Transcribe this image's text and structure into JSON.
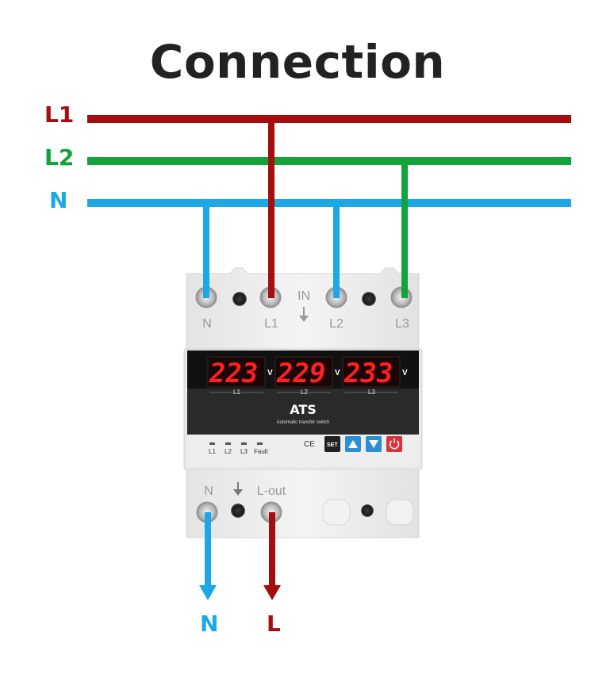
{
  "title": "Connection",
  "bus_lines": [
    {
      "label": "L1",
      "color": "#a40e0e"
    },
    {
      "label": "L2",
      "color": "#12a33b"
    },
    {
      "label": "N",
      "color": "#1aa8e6"
    }
  ],
  "input_terminals": [
    "N",
    "L1",
    "IN",
    "L2",
    "L3"
  ],
  "output_terminals": [
    "N",
    "L-out"
  ],
  "display": {
    "readings": [
      {
        "value": "223",
        "unit": "V",
        "label": "L1"
      },
      {
        "value": "229",
        "unit": "V",
        "label": "L2"
      },
      {
        "value": "233",
        "unit": "V",
        "label": "L3"
      }
    ]
  },
  "device": {
    "name": "ATS",
    "subtitle": "Automatic transfer switch",
    "indicators": [
      "L1",
      "L2",
      "L3",
      "Fault"
    ],
    "ce_mark": "CE",
    "set_button": "SET",
    "up_icon": "triangle-up-icon",
    "down_icon": "triangle-down-icon",
    "power_icon": "power-icon"
  },
  "outputs": [
    {
      "label": "N",
      "color": "#1aa8e6"
    },
    {
      "label": "L",
      "color": "#a40e0e"
    }
  ]
}
